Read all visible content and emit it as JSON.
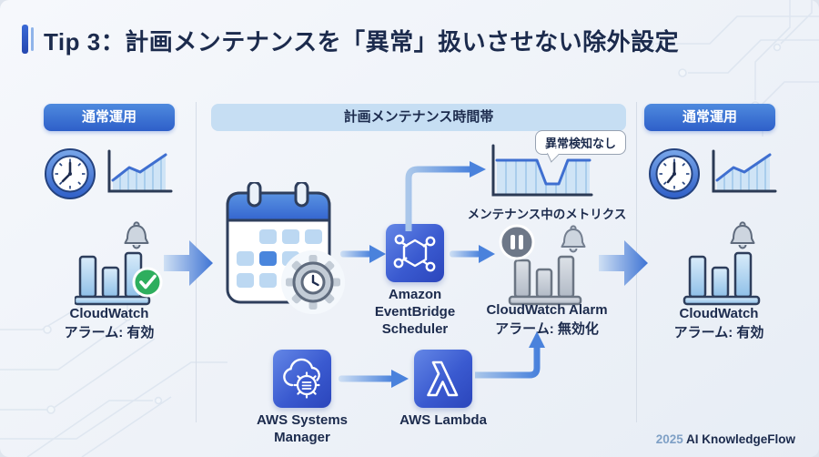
{
  "title": "Tip 3：計画メンテナンスを「異常」扱いさせない除外設定",
  "phases": {
    "left": "通常運用",
    "center": "計画メンテナンス時間帯",
    "right": "通常運用"
  },
  "cloudwatch_left": {
    "name": "CloudWatch",
    "status": "アラーム: 有効"
  },
  "maintenance": {
    "callout": "異常検知なし",
    "metrics_label": "メンテナンス中のメトリクス"
  },
  "cloudwatch_alarm": {
    "name": "CloudWatch Alarm",
    "status": "アラーム: 無効化"
  },
  "eventbridge": {
    "lines": [
      "Amazon",
      "EventBridge",
      "Scheduler"
    ]
  },
  "systems_manager": {
    "lines": [
      "AWS Systems",
      "Manager"
    ]
  },
  "lambda": {
    "label": "AWS Lambda"
  },
  "cloudwatch_right": {
    "name": "CloudWatch",
    "status": "アラーム: 有効"
  },
  "footer": {
    "year": "2025",
    "brand": "AI KnowledgeFlow"
  },
  "icons": {
    "clock-icon": "analog clock",
    "line-chart-icon": "rising metric line chart",
    "alarm-bars-icon": "bar chart with bell",
    "check-badge-icon": "green check circle",
    "pause-badge-icon": "gray pause circle",
    "calendar-icon": "calendar with gear clock",
    "eventbridge-icon": "hexagon network",
    "metrics-chart-icon": "metric with maintenance dip",
    "systems-manager-icon": "cloud with gear",
    "lambda-icon": "lambda outline",
    "arrow-right-icon": "blue right arrow"
  },
  "colors": {
    "navy": "#1c2b4d",
    "accent_blue": "#3a6ad6",
    "badge_light": "#c6def3",
    "aws_gradient_start": "#6487e6",
    "aws_gradient_end": "#2b45bb",
    "success_green": "#2eae5e",
    "disabled_gray": "#6e7888"
  }
}
